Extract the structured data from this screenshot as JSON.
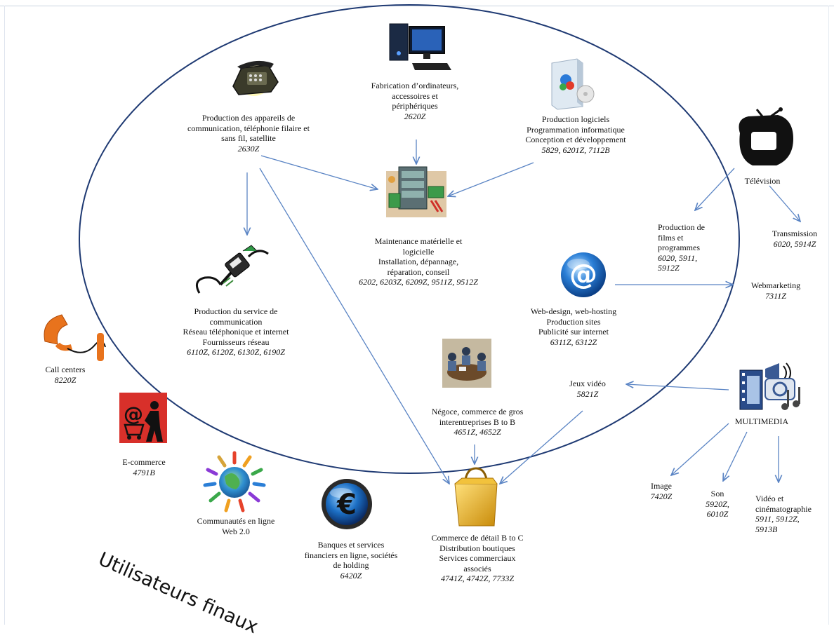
{
  "nodes": {
    "appareils": {
      "lines": [
        "Production des appareils de",
        "communication, téléphonie filaire et",
        "sans fil, satellite"
      ],
      "code": "2630Z",
      "icon": "desk-phone-icon"
    },
    "ordinateurs": {
      "lines": [
        "Fabrication d’ordinateurs,",
        "accessoires et",
        "périphériques"
      ],
      "code": "2620Z",
      "icon": "desktop-computer-icon"
    },
    "logiciels": {
      "lines": [
        "Production logiciels",
        "Programmation informatique",
        "Conception et développement"
      ],
      "code": "5829, 6201Z, 7112B",
      "icon": "software-box-icon"
    },
    "television": {
      "lines": [
        "Télévision"
      ],
      "code": "",
      "icon": "television-icon"
    },
    "maintenance": {
      "lines": [
        "Maintenance matérielle et",
        "logicielle",
        "Installation, dépannage,",
        "réparation, conseil"
      ],
      "code": "6202, 6203Z, 6209Z, 9511Z, 9512Z",
      "icon": "hardware-repair-icon"
    },
    "films": {
      "lines": [
        "Production de",
        "films et",
        "programmes"
      ],
      "code": "6020, 5911, 5912Z"
    },
    "transmission": {
      "lines": [
        "Transmission"
      ],
      "code": "6020, 5914Z"
    },
    "service_comm": {
      "lines": [
        "Production du service de",
        "communication",
        "Réseau téléphonique et internet",
        "Fournisseurs réseau"
      ],
      "code": "6110Z, 6120Z, 6130Z, 6190Z",
      "icon": "network-cable-icon"
    },
    "web": {
      "lines": [
        "Web-design, web-hosting",
        "Production sites",
        "Publicité sur internet"
      ],
      "code": "6311Z, 6312Z",
      "icon": "at-sign-icon"
    },
    "webmarketing": {
      "lines": [
        "Webmarketing"
      ],
      "code": "7311Z"
    },
    "call_centers": {
      "lines": [
        "Call centers"
      ],
      "code": "8220Z",
      "icon": "telephone-handset-icon"
    },
    "jeux": {
      "lines": [
        "Jeux vidéo"
      ],
      "code": "5821Z"
    },
    "multimedia": {
      "lines": [
        "MULTIMEDIA"
      ],
      "code": "",
      "icon": "multimedia-icon"
    },
    "negoce": {
      "lines": [
        "Négoce, commerce de gros",
        "interentreprises B to B"
      ],
      "code": "4651Z, 4652Z",
      "icon": "business-meeting-icon"
    },
    "ecommerce": {
      "lines": [
        "E-commerce"
      ],
      "code": "4791B",
      "icon": "ecommerce-cart-icon"
    },
    "communautes": {
      "lines": [
        "Communautés en ligne",
        "Web 2.0"
      ],
      "code": "",
      "icon": "community-globe-icon"
    },
    "banques": {
      "lines": [
        "Banques et services",
        "financiers en ligne, sociétés",
        "de holding"
      ],
      "code": "6420Z",
      "icon": "euro-coin-icon"
    },
    "detail": {
      "lines": [
        "Commerce de détail B to C",
        "Distribution boutiques",
        "Services commerciaux",
        "associés"
      ],
      "code": "4741Z, 4742Z, 7733Z",
      "icon": "shopping-bag-icon"
    },
    "image": {
      "lines": [
        "Image"
      ],
      "code": "7420Z"
    },
    "son": {
      "lines": [
        "Son"
      ],
      "code": "5920Z, 6010Z"
    },
    "video": {
      "lines": [
        "Vidéo et",
        "cinématographie"
      ],
      "code": "5911, 5912Z, 5913B"
    }
  },
  "users_label": "Utilisateurs finaux",
  "colors": {
    "ellipse": "#1f3a73",
    "arrow": "#5a84c4",
    "phone_orange": "#e8731d",
    "ecommerce_red": "#d8302a",
    "euro_blue": "#1c6fc4",
    "bag_gold": "#e9b51a",
    "at_blue": "#2a7ed6"
  }
}
